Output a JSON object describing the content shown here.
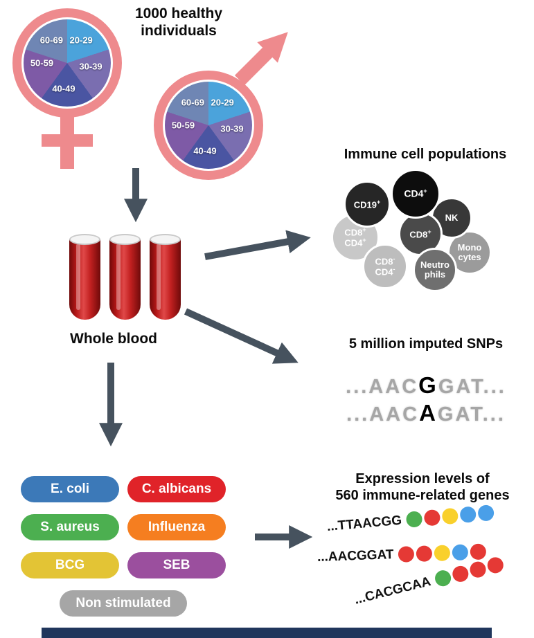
{
  "header": {
    "line1": "1000 healthy",
    "line2": "individuals"
  },
  "demographics": {
    "ages": [
      "20-29",
      "30-39",
      "40-49",
      "50-59",
      "60-69"
    ],
    "slice_colors": [
      "#4BA3DB",
      "#7A6EB0",
      "#4A55A2",
      "#7E5AA6",
      "#6F86B4"
    ],
    "symbol_color": "#EE8A8D"
  },
  "blood": {
    "label": "Whole blood",
    "tube_color": "#B51717"
  },
  "immune": {
    "title": "Immune cell populations",
    "cells": [
      {
        "line1": "CD19",
        "sup1": "+",
        "color": "#262626"
      },
      {
        "line1": "CD4",
        "sup1": "+",
        "color": "#0d0d0d"
      },
      {
        "line1": "NK",
        "color": "#383838"
      },
      {
        "line1": "CD8",
        "sup1": "+",
        "color": "#4a4a4a"
      },
      {
        "line1": "CD8",
        "sup1": "+",
        "line2": "CD4",
        "sup2": "+",
        "color": "#c8c8c8"
      },
      {
        "line1": "Mono",
        "line2": "cytes",
        "color": "#9b9b9b"
      },
      {
        "line1": "Neutro",
        "line2": "phils",
        "color": "#6f6f6f"
      },
      {
        "line1": "CD8",
        "sup1": "-",
        "line2": "CD4",
        "sup2": "-",
        "color": "#bdbdbd"
      }
    ]
  },
  "snps": {
    "title": "5 million imputed SNPs",
    "rows": [
      {
        "prefix": "...AAC",
        "variant": "G",
        "suffix": "GAT..."
      },
      {
        "prefix": "...AAC",
        "variant": "A",
        "suffix": "GAT..."
      }
    ]
  },
  "stimuli": {
    "items": [
      {
        "label": "E. coli",
        "color": "#3C79B8"
      },
      {
        "label": "C. albicans",
        "color": "#E02329"
      },
      {
        "label": "S. aureus",
        "color": "#4CAF50"
      },
      {
        "label": "Influenza",
        "color": "#F57E20"
      },
      {
        "label": "BCG",
        "color": "#E3C435"
      },
      {
        "label": "SEB",
        "color": "#9B4F9E"
      },
      {
        "label": "Non stimulated",
        "color": "#A6A6A6"
      }
    ]
  },
  "expression": {
    "title_line1": "Expression levels of",
    "title_line2": "560 immune-related genes",
    "rows": [
      {
        "seq": "...TTAACGG",
        "beads": [
          "green",
          "red",
          "yellow",
          "blue",
          "blue"
        ]
      },
      {
        "seq": "...AACGGAT",
        "beads": [
          "red",
          "red",
          "yellow",
          "blue",
          "red"
        ]
      },
      {
        "seq": "...CACGCAA",
        "beads": [
          "green",
          "red",
          "red",
          "red"
        ]
      }
    ],
    "bead_colors": {
      "green": "#4CAF50",
      "red": "#E53935",
      "yellow": "#F9D02C",
      "blue": "#4A9FE8"
    }
  },
  "arrow_color": "#46525E"
}
